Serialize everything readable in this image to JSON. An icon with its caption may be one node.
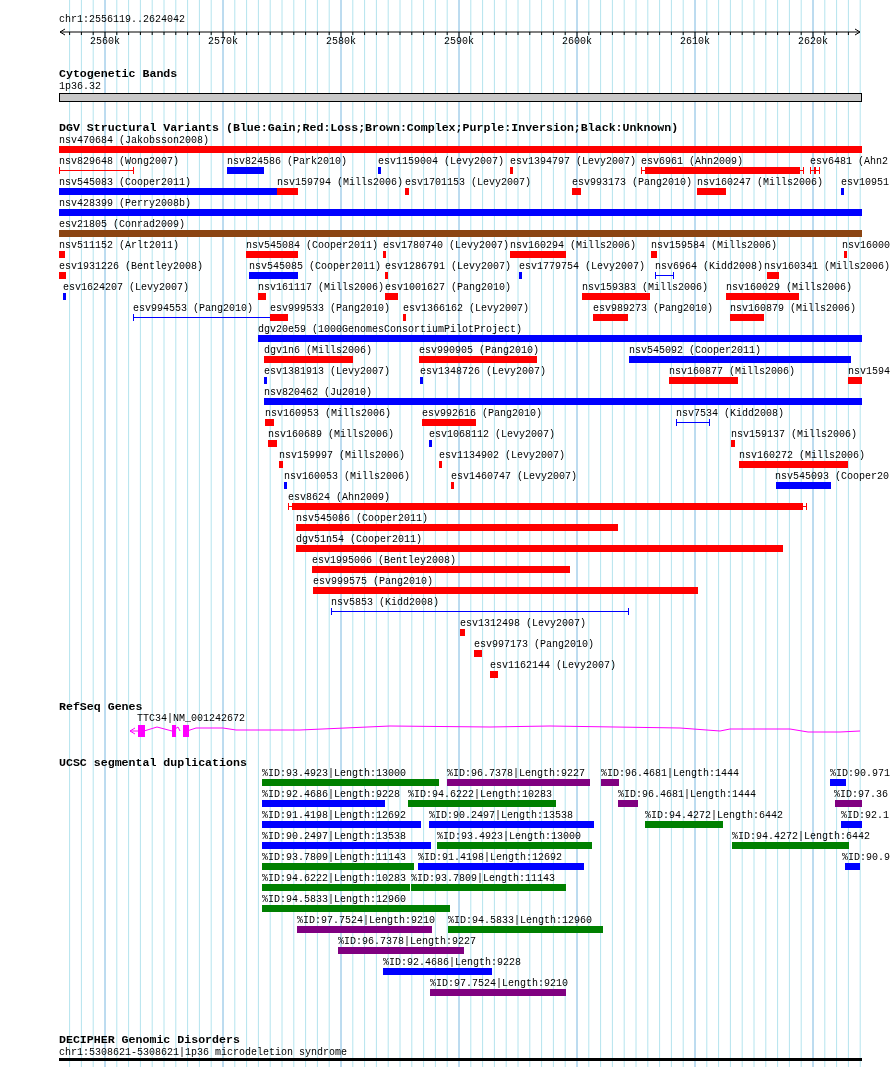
{
  "diagram": {
    "nodes": [
      {
        "text": [
          "1p36.32"
        ]
      },
      {
        "text": [
          "nsv470684 (Jakobsson2008)"
        ]
      },
      {
        "text": [
          "nsv829648 (Wong2007)"
        ]
      },
      {
        "text": [
          "nsv824586 (Park2010)"
        ]
      },
      {
        "text": [
          "esv1159004 (Levy2007)"
        ]
      },
      {
        "text": [
          "esv1394797 (Levy2007)"
        ]
      },
      {
        "text": [
          "esv6961 (Ahn2009)"
        ]
      },
      {
        "text": [
          "esv6481 (Ahn2"
        ]
      },
      {
        "text": [
          "nsv545083 (Cooper2011)"
        ]
      },
      {
        "text": [
          "nsv159794 (Mills2006)"
        ]
      },
      {
        "text": [
          "esv1701153 (Levy2007)"
        ]
      },
      {
        "text": [
          "esv993173 (Pang2010)"
        ]
      },
      {
        "text": [
          "nsv160247 (Mills2006)"
        ]
      },
      {
        "text": [
          "esv10951"
        ]
      },
      {
        "text": [
          "nsv428399 (Perry2008b)"
        ]
      },
      {
        "text": [
          "esv21805 (Conrad2009)"
        ]
      },
      {
        "text": [
          "nsv511152 (Arlt2011)"
        ]
      },
      {
        "text": [
          "nsv545084 (Cooper2011)"
        ]
      },
      {
        "text": [
          "esv1780740 (Levy2007)"
        ]
      },
      {
        "text": [
          "nsv160294 (Mills2006)"
        ]
      },
      {
        "text": [
          "nsv159584 (Mills2006)"
        ]
      },
      {
        "text": [
          "nsv16000"
        ]
      },
      {
        "text": [
          "esv1931226 (Bentley2008)"
        ]
      },
      {
        "text": [
          "nsv545085 (Cooper2011)"
        ]
      },
      {
        "text": [
          "esv1286791 (Levy2007)"
        ]
      },
      {
        "text": [
          "esv1779754 (Levy2007)"
        ]
      },
      {
        "text": [
          "nsv6964 (Kidd2008)"
        ]
      },
      {
        "text": [
          "nsv160341 (Mills2006)"
        ]
      },
      {
        "text": [
          "esv1624207 (Levy2007)"
        ]
      },
      {
        "text": [
          "nsv161117 (Mills2006)"
        ]
      },
      {
        "text": [
          "esv1001627 (Pang2010)"
        ]
      },
      {
        "text": [
          "nsv159383 (Mills2006)"
        ]
      },
      {
        "text": [
          "nsv160029 (Mills2006)"
        ]
      },
      {
        "text": [
          "esv994553 (Pang2010)"
        ]
      },
      {
        "text": [
          "esv999533 (Pang2010)"
        ]
      },
      {
        "text": [
          "esv1366162 (Levy2007)"
        ]
      },
      {
        "text": [
          "esv989273 (Pang2010)"
        ]
      },
      {
        "text": [
          "nsv160879 (Mills2006)"
        ]
      },
      {
        "text": [
          "dgv20e59 (1000GenomesConsortiumPilotProject)"
        ]
      },
      {
        "text": [
          "dgv1n6 (Mills2006)"
        ]
      },
      {
        "text": [
          "esv990905 (Pang2010)"
        ]
      },
      {
        "text": [
          "nsv545092 (Cooper2011)"
        ]
      },
      {
        "text": [
          "esv1381913 (Levy2007)"
        ]
      },
      {
        "text": [
          "esv1348726 (Levy2007)"
        ]
      },
      {
        "text": [
          "nsv160877 (Mills2006)"
        ]
      },
      {
        "text": [
          "nsv1594"
        ]
      },
      {
        "text": [
          "nsv820462 (Ju2010)"
        ]
      },
      {
        "text": [
          "nsv160953 (Mills2006)"
        ]
      },
      {
        "text": [
          "esv992616 (Pang2010)"
        ]
      },
      {
        "text": [
          "nsv7534 (Kidd2008)"
        ]
      },
      {
        "text": [
          "nsv160689 (Mills2006)"
        ]
      },
      {
        "text": [
          "esv1068112 (Levy2007)"
        ]
      },
      {
        "text": [
          "nsv159137 (Mills2006)"
        ]
      },
      {
        "text": [
          "nsv159997 (Mills2006)"
        ]
      },
      {
        "text": [
          "esv1134902 (Levy2007)"
        ]
      },
      {
        "text": [
          "nsv160272 (Mills2006)"
        ]
      },
      {
        "text": [
          "nsv160053 (Mills2006)"
        ]
      },
      {
        "text": [
          "esv1460747 (Levy2007)"
        ]
      },
      {
        "text": [
          "nsv545093 (Cooper20"
        ]
      },
      {
        "text": [
          "esv8624 (Ahn2009)"
        ]
      },
      {
        "text": [
          "nsv545086 (Cooper2011)"
        ]
      },
      {
        "text": [
          "dgv51n54 (Cooper2011)"
        ]
      },
      {
        "text": [
          "esv1995006 (Bentley2008)"
        ]
      },
      {
        "text": [
          "esv999575 (Pang2010)"
        ]
      },
      {
        "text": [
          "nsv5853 (Kidd2008)"
        ]
      },
      {
        "text": [
          "esv1312498 (Levy2007)"
        ]
      },
      {
        "text": [
          "esv997173 (Pang2010)"
        ]
      },
      {
        "text": [
          "esv1162144 (Levy2007)"
        ]
      },
      {
        "text": [
          "TTC34|NM_001242672"
        ]
      },
      {
        "text": [
          "%ID:93.4923|Length:13000"
        ]
      },
      {
        "text": [
          "%ID:96.7378|Length:9227"
        ]
      },
      {
        "text": [
          "%ID:96.4681|Length:1444"
        ]
      },
      {
        "text": [
          "%ID:90.971"
        ]
      },
      {
        "text": [
          "%ID:92.4686|Length:9228"
        ]
      },
      {
        "text": [
          "%ID:94.6222|Length:10283"
        ]
      },
      {
        "text": [
          "%ID:96.4681|Length:1444"
        ]
      },
      {
        "text": [
          "%ID:97.36"
        ]
      },
      {
        "text": [
          "%ID:91.4198|Length:12692"
        ]
      },
      {
        "text": [
          "%ID:90.2497|Length:13538"
        ]
      },
      {
        "text": [
          "%ID:94.4272|Length:6442"
        ]
      },
      {
        "text": [
          "%ID:92.1"
        ]
      },
      {
        "text": [
          "%ID:90.2497|Length:13538"
        ]
      },
      {
        "text": [
          "%ID:93.4923|Length:13000"
        ]
      },
      {
        "text": [
          "%ID:94.4272|Length:6442"
        ]
      },
      {
        "text": [
          "%ID:93.7809|Length:11143"
        ]
      },
      {
        "text": [
          "%ID:91.4198|Length:12692"
        ]
      },
      {
        "text": [
          "%ID:90.9"
        ]
      },
      {
        "text": [
          "%ID:94.6222|Length:10283"
        ]
      },
      {
        "text": [
          "%ID:93.7809|Length:11143"
        ]
      },
      {
        "text": [
          "%ID:94.5833|Length:12960"
        ]
      },
      {
        "text": [
          "%ID:97.7524|Length:9210"
        ]
      },
      {
        "text": [
          "%ID:94.5833|Length:12960"
        ]
      },
      {
        "text": [
          "%ID:96.7378|Length:9227"
        ]
      },
      {
        "text": [
          "%ID:92.4686|Length:9228"
        ]
      },
      {
        "text": [
          "%ID:97.7524|Length:9210"
        ]
      },
      {
        "text": [
          "chr1:5308621-5308621|1p36 microdeletion syndrome"
        ]
      }
    ],
    "labels": [
      "chr1:2556119..2624042",
      "2560k",
      "2570k",
      "2580k",
      "2590k",
      "2600k",
      "2610k",
      "2620k",
      "Cytogenetic Bands",
      "DGV Structural Variants (Blue:Gain;Red:Loss;Brown:Complex;Purple:Inversion;Black:Unknown)",
      "RefSeq Genes",
      "UCSC segmental duplications",
      "DECIPHER Genomic Disorders"
    ]
  }
}
